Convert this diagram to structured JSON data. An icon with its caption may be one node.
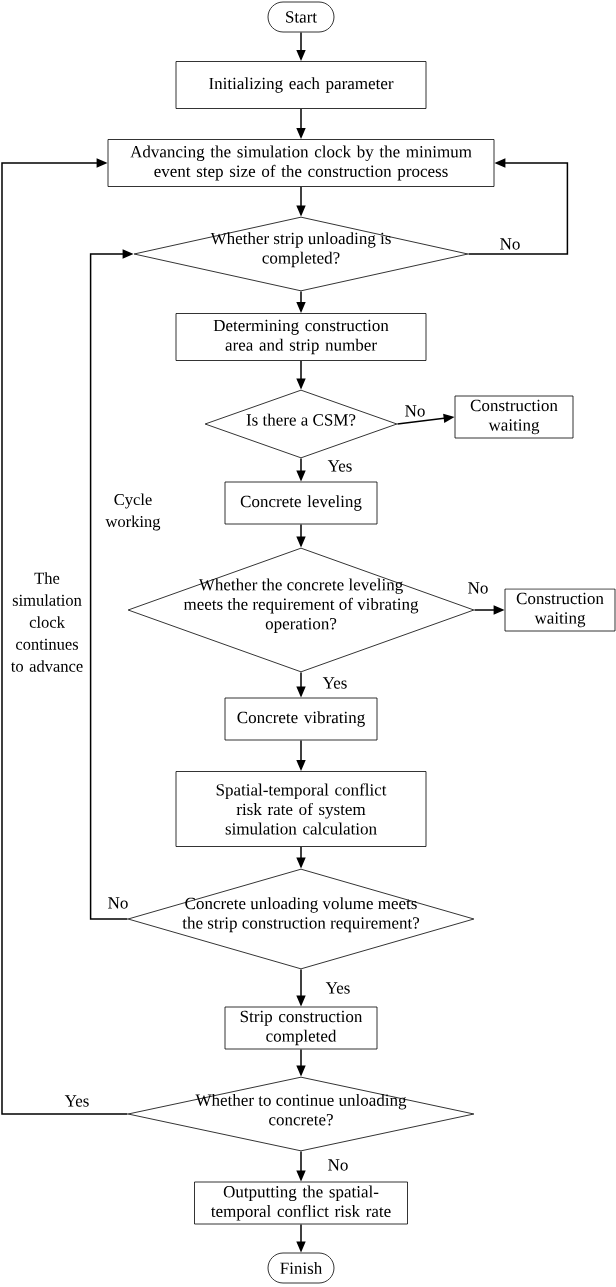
{
  "diagram": {
    "nodes": [
      {
        "text": [
          "Start"
        ]
      },
      {
        "text": [
          "Initializing each parameter"
        ]
      },
      {
        "text": [
          "Advancing the simulation clock by the minimum event step size of the construction process"
        ]
      },
      {
        "text": [
          "Whether strip unloading is completed?"
        ]
      },
      {
        "text": [
          "Determining construction area and strip number"
        ]
      },
      {
        "text": [
          "Is there a CSM?"
        ]
      },
      {
        "text": [
          "Construction waiting"
        ]
      },
      {
        "text": [
          "Concrete leveling"
        ]
      },
      {
        "text": [
          "Whether the concrete leveling meets the requirement of vibrating operation?"
        ]
      },
      {
        "text": [
          "Construction waiting"
        ]
      },
      {
        "text": [
          "Concrete vibrating"
        ]
      },
      {
        "text": [
          "Spatial-temporal conflict risk rate of system simulation calculation"
        ]
      },
      {
        "text": [
          "Concrete unloading volume meets the strip construction requirement?"
        ]
      },
      {
        "text": [
          "Strip construction completed"
        ]
      },
      {
        "text": [
          "Whether to continue unloading concrete?"
        ]
      },
      {
        "text": [
          "Outputting the spatial-temporal conflict risk rate"
        ]
      },
      {
        "text": [
          "Finish"
        ]
      }
    ],
    "edges": [
      {
        "from": 0,
        "to": 1,
        "arrow": "to"
      },
      {
        "from": 1,
        "to": 2,
        "arrow": "to"
      },
      {
        "from": 2,
        "to": 3,
        "arrow": "to"
      },
      {
        "from": 3,
        "to": 2,
        "arrow": "to",
        "label": "No"
      },
      {
        "from": 3,
        "to": 4,
        "arrow": "to"
      },
      {
        "from": 4,
        "to": 5,
        "arrow": "to"
      },
      {
        "from": 5,
        "to": 6,
        "arrow": "to",
        "label": "No"
      },
      {
        "from": 5,
        "to": 7,
        "arrow": "to",
        "label": "Yes"
      },
      {
        "from": 7,
        "to": 8,
        "arrow": "to"
      },
      {
        "from": 8,
        "to": 9,
        "arrow": "to",
        "label": "No"
      },
      {
        "from": 8,
        "to": 10,
        "arrow": "to",
        "label": "Yes"
      },
      {
        "from": 10,
        "to": 11,
        "arrow": "to"
      },
      {
        "from": 11,
        "to": 12,
        "arrow": "to"
      },
      {
        "from": 12,
        "to": 3,
        "arrow": "to",
        "label": "No"
      },
      {
        "from": 12,
        "to": 13,
        "arrow": "to",
        "label": "Yes"
      },
      {
        "from": 13,
        "to": 14,
        "arrow": "to"
      },
      {
        "from": 14,
        "to": 2,
        "arrow": "to",
        "label": "Yes"
      },
      {
        "from": 14,
        "to": 15,
        "arrow": "to",
        "label": "No"
      },
      {
        "from": 15,
        "to": 16,
        "arrow": "to"
      }
    ],
    "labels": [
      "Cycle working",
      "The simulation clock continues to advance"
    ]
  }
}
